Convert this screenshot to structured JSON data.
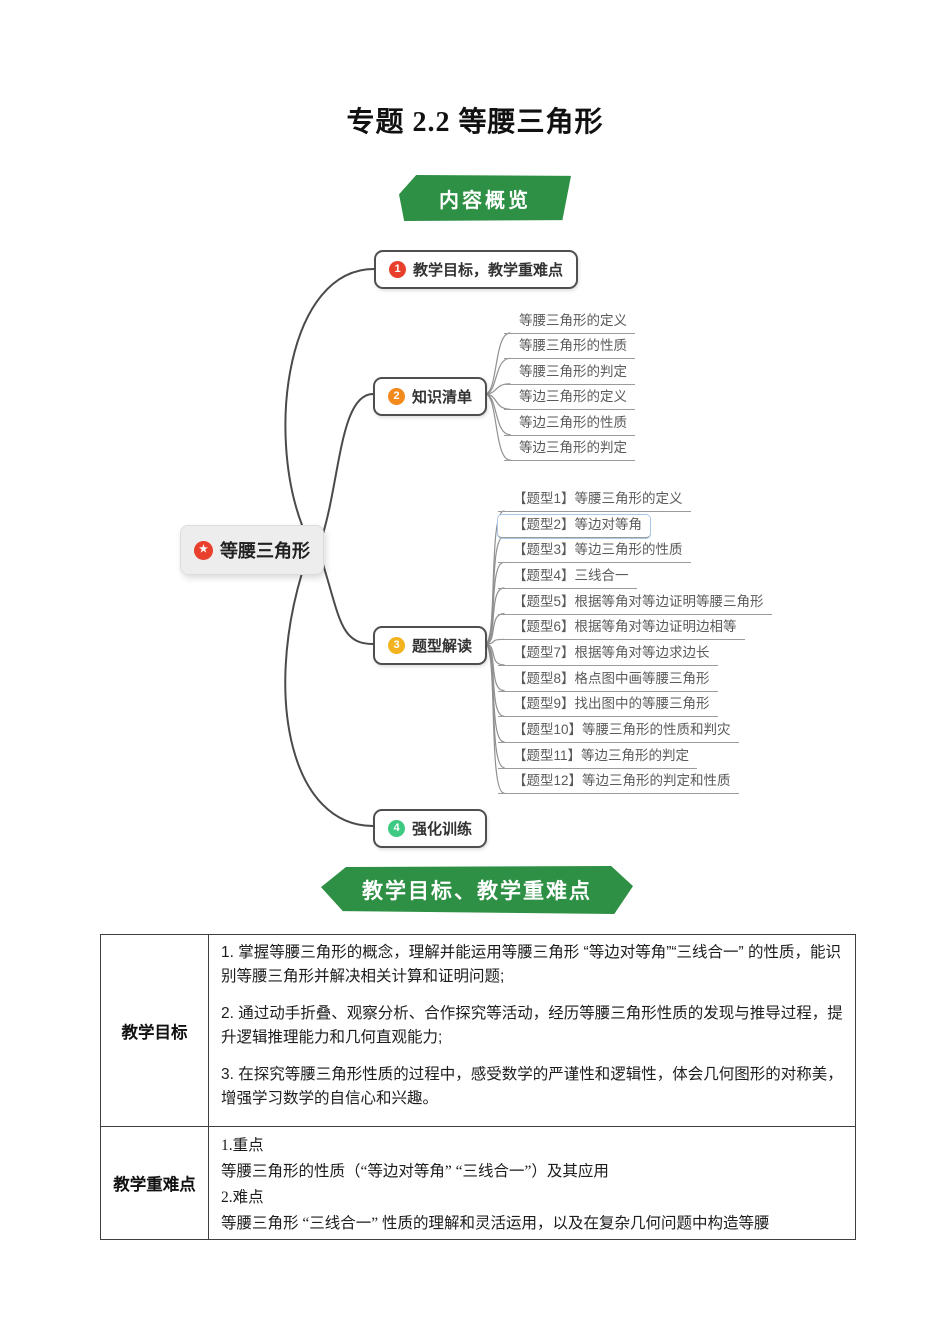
{
  "title": "专题 2.2 等腰三角形",
  "banners": {
    "overview": "内容概览",
    "teaching": "教学目标、教学重难点"
  },
  "colors": {
    "banner_green": "#2E9044",
    "badge1": "#E8402C",
    "badge2": "#F28A1E",
    "badge3": "#F2B31E",
    "badge4": "#3FCA83",
    "root_badge": "#E8402C",
    "main_line": "#4A4A4A",
    "fan_line": "#909090",
    "selected_outline": "#A9C7E6"
  },
  "mindmap": {
    "root": {
      "label": "等腰三角形",
      "badge_icon": "star"
    },
    "branches": [
      {
        "num": "1",
        "label": "教学目标，教学重难点",
        "children": []
      },
      {
        "num": "2",
        "label": "知识清单",
        "children": [
          "等腰三角形的定义",
          "等腰三角形的性质",
          "等腰三角形的判定",
          "等边三角形的定义",
          "等边三角形的性质",
          "等边三角形的判定"
        ]
      },
      {
        "num": "3",
        "label": "题型解读",
        "selected_child_index": 1,
        "children": [
          "【题型1】等腰三角形的定义",
          "【题型2】等边对等角",
          "【题型3】等边三角形的性质",
          "【题型4】三线合一",
          "【题型5】根据等角对等边证明等腰三角形",
          "【题型6】根据等角对等边证明边相等",
          "【题型7】根据等角对等边求边长",
          "【题型8】格点图中画等腰三角形",
          "【题型9】找出图中的等腰三角形",
          "【题型10】等腰三角形的性质和判灾",
          "【题型11】等边三角形的判定",
          "【题型12】等边三角形的判定和性质"
        ]
      },
      {
        "num": "4",
        "label": "强化训练",
        "children": []
      }
    ]
  },
  "table": {
    "rows": [
      {
        "header": "教学目标",
        "paragraphs": [
          "1. 掌握等腰三角形的概念，理解并能运用等腰三角形 “等边对等角”“三线合一” 的性质，能识别等腰三角形并解决相关计算和证明问题;",
          "2. 通过动手折叠、观察分析、合作探究等活动，经历等腰三角形性质的发现与推导过程，提升逻辑推理能力和几何直观能力;",
          "3. 在探究等腰三角形性质的过程中，感受数学的严谨性和逻辑性，体会几何图形的对称美，增强学习数学的自信心和兴趣。"
        ]
      },
      {
        "header": "教学重难点",
        "paragraphs": [
          "1.重点",
          "等腰三角形的性质（“等边对等角” “三线合一”）及其应用",
          "2.难点",
          "等腰三角形 “三线合一” 性质的理解和灵活运用，以及在复杂几何问题中构造等腰"
        ]
      }
    ]
  }
}
